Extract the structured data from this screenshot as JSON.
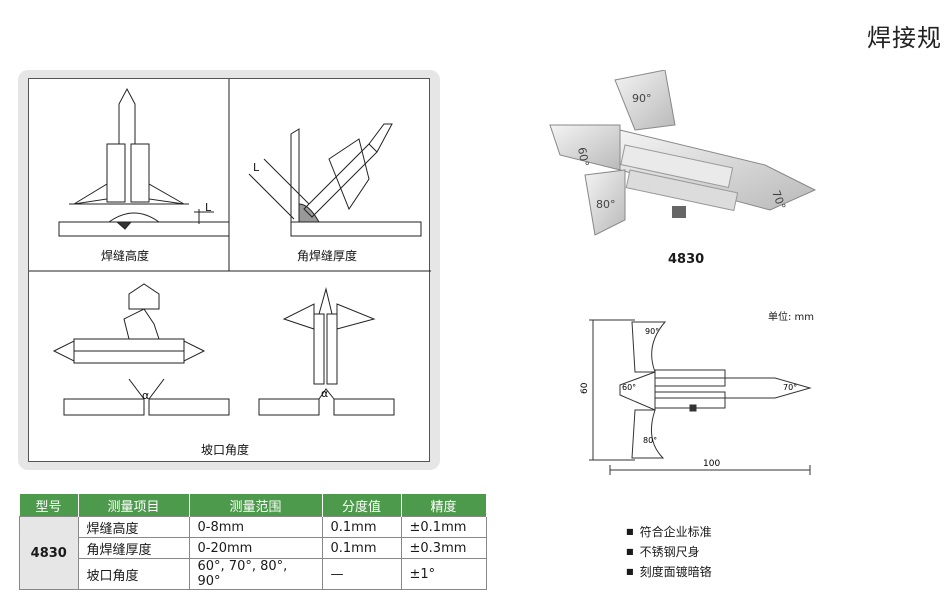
{
  "page_title": "焊接规",
  "diagram": {
    "captions": {
      "weld_height": "焊缝高度",
      "fillet_thickness": "角焊缝厚度",
      "bevel_angle": "坡口角度"
    },
    "labels": {
      "L1": "L",
      "L2": "L",
      "alpha1": "α",
      "alpha2": "α"
    }
  },
  "photo": {
    "model_label": "4830",
    "scale_marks": [
      "90°",
      "60°",
      "80°",
      "70°"
    ]
  },
  "dimension_drawing": {
    "unit": "单位: mm",
    "angles": [
      "90°",
      "60°",
      "70°",
      "80°"
    ],
    "height": "60",
    "width": "100"
  },
  "spec_table": {
    "headers": [
      "型号",
      "测量项目",
      "测量范围",
      "分度值",
      "精度"
    ],
    "model": "4830",
    "rows": [
      [
        "焊缝高度",
        "0-8mm",
        "0.1mm",
        "±0.1mm"
      ],
      [
        "角焊缝厚度",
        "0-20mm",
        "0.1mm",
        "±0.3mm"
      ],
      [
        "坡口角度",
        "60°, 70°, 80°, 90°",
        "—",
        "±1°"
      ]
    ]
  },
  "features": [
    "符合企业标准",
    "不锈钢尺身",
    "刻度面镀暗铬"
  ]
}
